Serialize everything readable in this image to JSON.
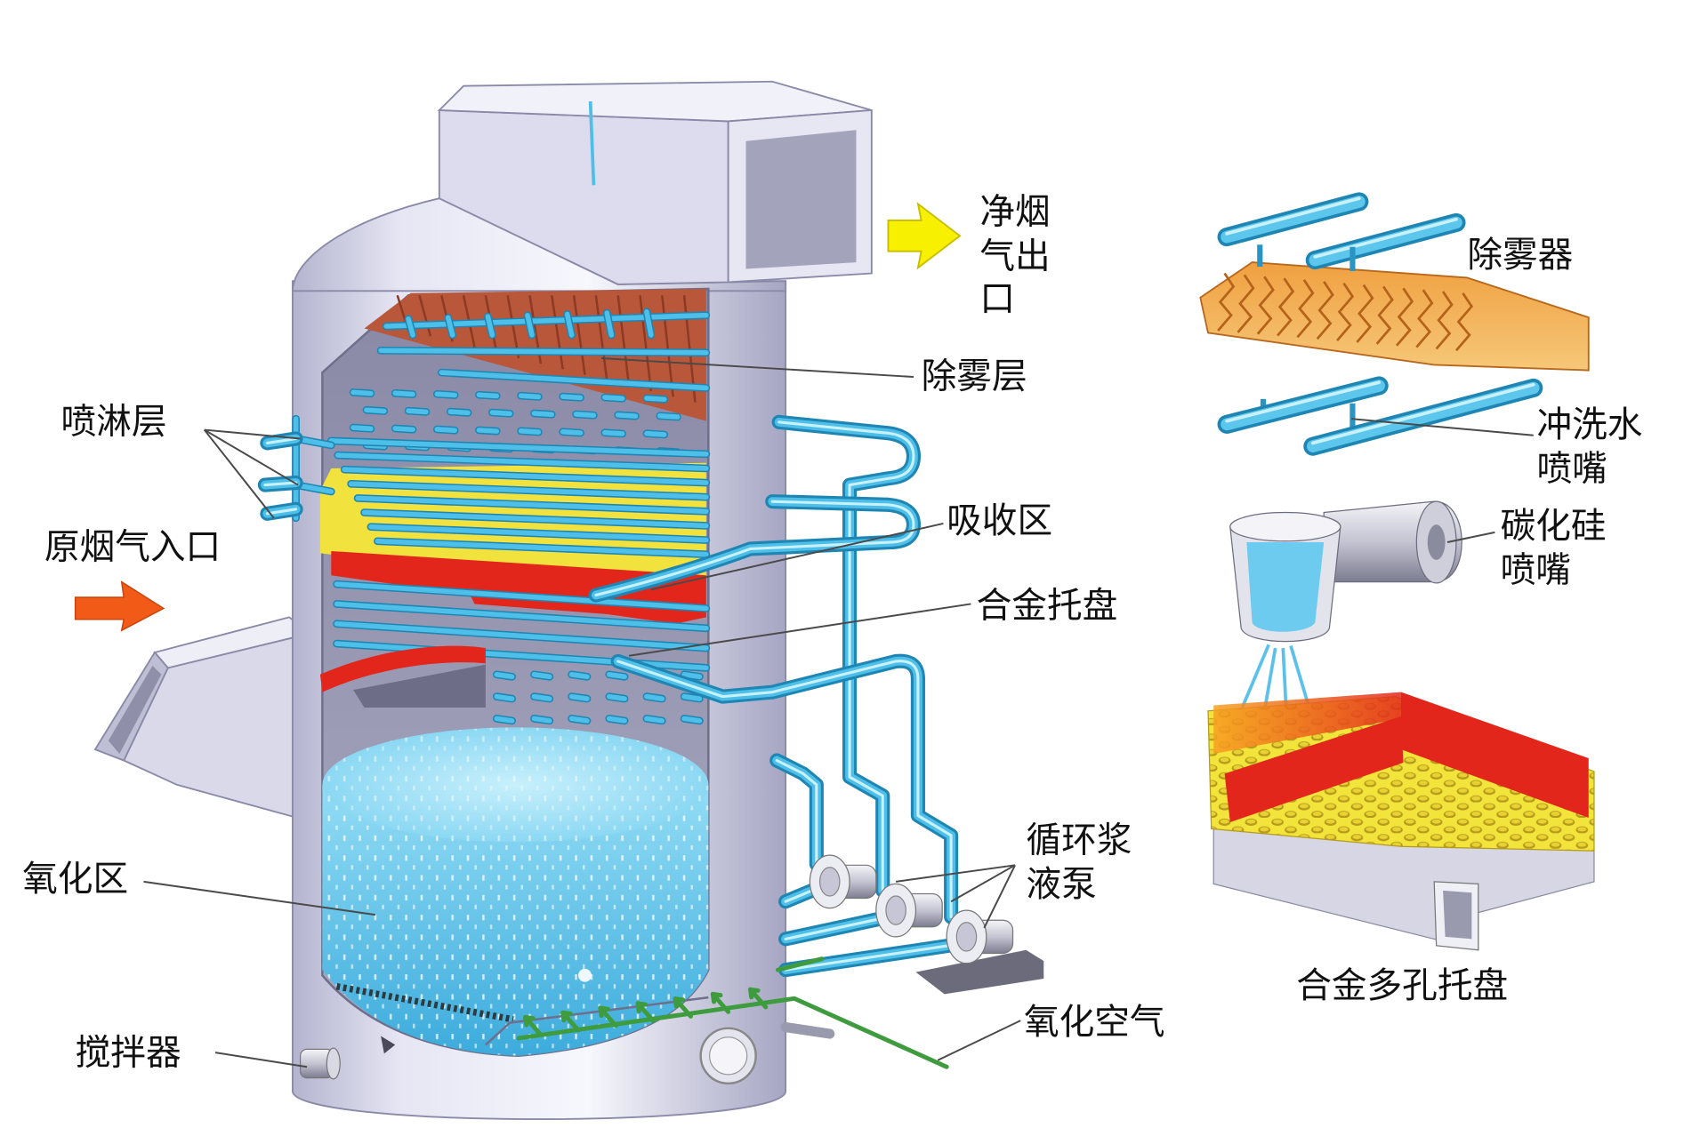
{
  "labels": {
    "clean_gas_outlet": {
      "lines": [
        "净烟",
        "气出",
        "口"
      ]
    },
    "demister_layer": "除雾层",
    "spray_layer": "喷淋层",
    "raw_gas_inlet": "原烟气入口",
    "absorption_zone": "吸收区",
    "alloy_tray": "合金托盘",
    "oxidation_zone": "氧化区",
    "circulation_pump": {
      "lines": [
        "循环浆",
        "液泵"
      ]
    },
    "oxidation_air": "氧化空气",
    "agitator": "搅拌器",
    "demister": "除雾器",
    "flush_nozzle": {
      "lines": [
        "冲洗水",
        "喷嘴"
      ]
    },
    "sic_nozzle": {
      "lines": [
        "碳化硅",
        "喷嘴"
      ]
    },
    "alloy_porous_tray": "合金多孔托盘"
  },
  "colors": {
    "pipe": "#4dbfe9",
    "pipe-edge": "#1f86b4",
    "demister": "#b9573b",
    "tray-yellow": "#f1e23e",
    "tray-red": "#e3261b",
    "air-line": "#3e9c3e",
    "outlet-arrow": "#f7f000",
    "inlet-arrow": "#f15a17",
    "leader": "#4a4a4a",
    "label": "#111111"
  }
}
